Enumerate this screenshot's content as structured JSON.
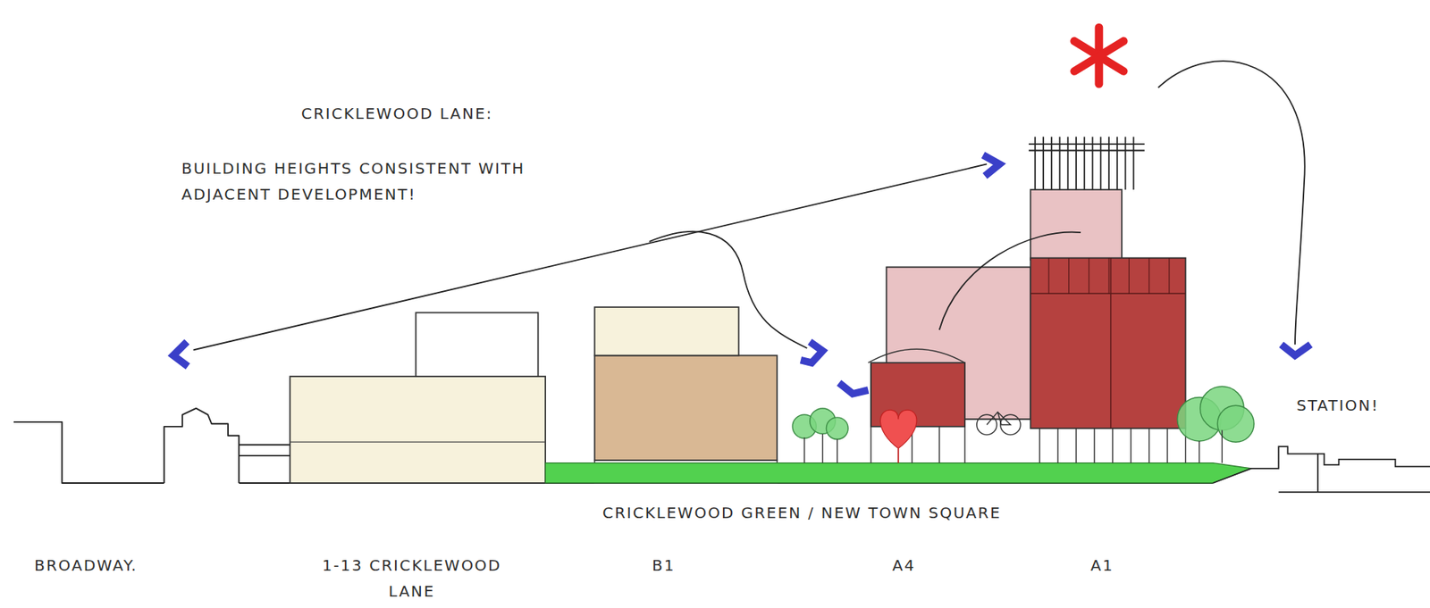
{
  "diagram": {
    "labels": [
      "CRICKLEWOOD LANE:",
      "BUILDING HEIGHTS CONSISTENT WITH ADJACENT DEVELOPMENT!",
      "STATION!",
      "CRICKLEWOOD GREEN / NEW TOWN SQUARE",
      "BROADWAY.",
      "1-13 CRICKLEWOOD LANE",
      "B1",
      "A4",
      "A1"
    ]
  }
}
